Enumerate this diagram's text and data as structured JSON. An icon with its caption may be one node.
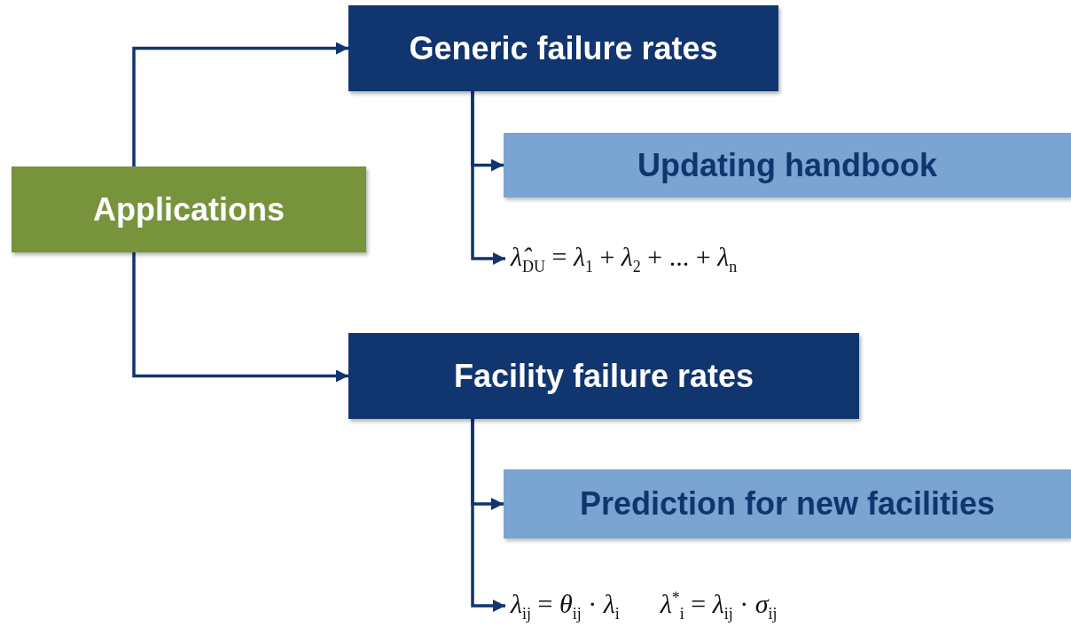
{
  "diagram": {
    "nodes": [
      {
        "text": [
          "Applications"
        ]
      },
      {
        "text": [
          "Generic failure rates"
        ]
      },
      {
        "text": [
          "Updating handbook"
        ]
      },
      {
        "text": [
          "*λ̂*$_{DU}$ = *λ*$_{1}$ + *λ*$_{2}$ + ... + *λ*$_{n}$"
        ]
      },
      {
        "text": [
          "Facility failure rates"
        ]
      },
      {
        "text": [
          "Prediction for new facilities"
        ]
      },
      {
        "text": [
          "*λ*$_{ij}$ = *θ*$_{ij}$ · *λ*$_{i}$",
          "*λ*$^{*}$$_{i}$ = *λ*$_{ij}$ · *σ*$_{ij}$"
        ]
      }
    ],
    "edges": [
      {
        "from": 0,
        "to": 1,
        "arrow": "to"
      },
      {
        "from": 0,
        "to": 4,
        "arrow": "to"
      },
      {
        "from": 1,
        "to": 2,
        "arrow": "to"
      },
      {
        "from": 1,
        "to": 3,
        "arrow": "to"
      },
      {
        "from": 4,
        "to": 5,
        "arrow": "to"
      },
      {
        "from": 4,
        "to": 6,
        "arrow": "to"
      }
    ]
  }
}
